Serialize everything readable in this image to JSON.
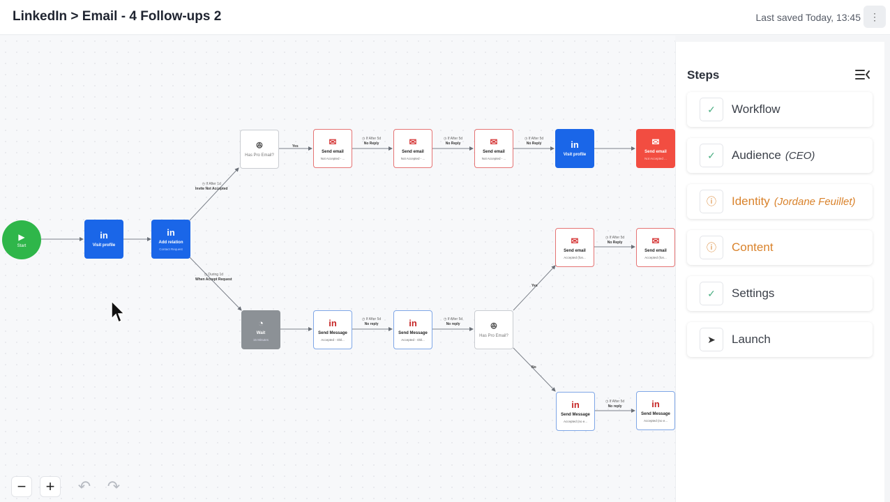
{
  "header": {
    "title": "LinkedIn > Email - 4 Follow-ups 2",
    "last_saved": "Last saved Today, 13:45",
    "more_icon": "vertical-dots-icon"
  },
  "canvas": {
    "start": {
      "label": "Start"
    },
    "nodes": {
      "visit_profile_1": {
        "icon": "in",
        "label": "Visit profile"
      },
      "add_relation": {
        "icon": "in",
        "label": "Add relation",
        "sub": "Contact Request"
      },
      "has_pro_email_top": {
        "icon": "ꔮ",
        "label": "Has Pro Email?"
      },
      "send_email_1": {
        "icon": "✉",
        "label": "Send email",
        "sub": "Not Accepted - ..."
      },
      "send_email_2": {
        "icon": "✉",
        "label": "Send email",
        "sub": "Not Accepted - ..."
      },
      "send_email_3": {
        "icon": "✉",
        "label": "Send email",
        "sub": "Not Accepted - ..."
      },
      "visit_profile_2": {
        "icon": "in",
        "label": "Visit profile"
      },
      "send_email_4": {
        "icon": "✉",
        "label": "Send email",
        "sub": "Not Accepted ..."
      },
      "wait": {
        "icon": "◔",
        "label": "Wait",
        "sub": "15 Minutes"
      },
      "send_message_1": {
        "icon": "in",
        "label": "Send Message",
        "sub": "Accepted - Obl..."
      },
      "send_message_2": {
        "icon": "in",
        "label": "Send Message",
        "sub": "Accepted - Obl..."
      },
      "has_pro_email_bottom": {
        "icon": "ꔮ",
        "label": "Has Pro Email?"
      },
      "send_email_5": {
        "icon": "✉",
        "label": "Send email",
        "sub": "Accepted (fon..."
      },
      "send_email_6": {
        "icon": "✉",
        "label": "Send email",
        "sub": "Accepted (fon..."
      },
      "send_message_3": {
        "icon": "in",
        "label": "Send Message",
        "sub": "Accepted (no e..."
      },
      "send_message_4": {
        "icon": "in",
        "label": "Send Message",
        "sub": "Accepted (no e..."
      }
    },
    "edge_labels": {
      "invite_not_accepted": {
        "time": "◷ If After 1d",
        "text": "Invite Not Accepted"
      },
      "when_accept": {
        "time": "◷ During 1d",
        "text": "When Accept Request"
      },
      "yes_top": {
        "text": "Yes"
      },
      "no_reply_1": {
        "time": "◷ If After 5d",
        "text": "No Reply"
      },
      "no_reply_2": {
        "time": "◷ If After 5d",
        "text": "No Reply"
      },
      "no_reply_3": {
        "time": "◷ If After 5d",
        "text": "No Reply"
      },
      "no_reply_4": {
        "time": "◷ If After 5d",
        "text": "No reply"
      },
      "no_reply_5": {
        "time": "◷ If After 5d",
        "text": "No reply"
      },
      "yes_bottom": {
        "text": "Yes"
      },
      "no_bottom": {
        "text": "No"
      },
      "no_reply_6": {
        "time": "◷ If After 5d",
        "text": "No Reply"
      },
      "no_reply_7": {
        "time": "◷ If After 5d",
        "text": "No reply"
      }
    },
    "controls": {
      "zoom_out": "−",
      "zoom_in": "+",
      "undo": "↶",
      "redo": "↷"
    }
  },
  "sidebar": {
    "title": "Steps",
    "steps": [
      {
        "label": "Workflow",
        "sub": "",
        "status": "done",
        "icon": "✓"
      },
      {
        "label": "Audience",
        "sub": "(CEO)",
        "status": "done",
        "icon": "✓"
      },
      {
        "label": "Identity",
        "sub": "(Jordane Feuillet)",
        "status": "warn",
        "icon": "ⓘ"
      },
      {
        "label": "Content",
        "sub": "",
        "status": "warn",
        "icon": "ⓘ"
      },
      {
        "label": "Settings",
        "sub": "",
        "status": "done",
        "icon": "✓"
      },
      {
        "label": "Launch",
        "sub": "",
        "status": "action",
        "icon": "➤"
      }
    ]
  },
  "colors": {
    "linkedin_blue": "#1a66e8",
    "email_red": "#f24d41",
    "start_green": "#2fb64a",
    "warning": "#d9822b",
    "done": "#4caf83"
  }
}
